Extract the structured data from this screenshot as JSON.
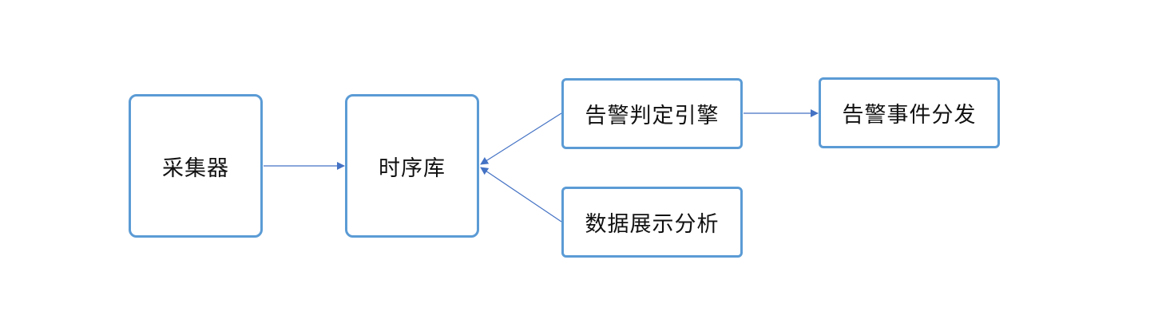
{
  "nodes": {
    "collector": "采集器",
    "tsdb": "时序库",
    "alert_engine": "告警判定引擎",
    "analysis": "数据展示分析",
    "dispatch": "告警事件分发"
  },
  "edges": [
    {
      "from": "collector",
      "to": "tsdb"
    },
    {
      "from": "alert_engine",
      "to": "tsdb"
    },
    {
      "from": "analysis",
      "to": "tsdb"
    },
    {
      "from": "alert_engine",
      "to": "dispatch"
    }
  ],
  "colors": {
    "node_border": "#5b9bd5",
    "edge": "#4472c4",
    "text": "#111111"
  }
}
